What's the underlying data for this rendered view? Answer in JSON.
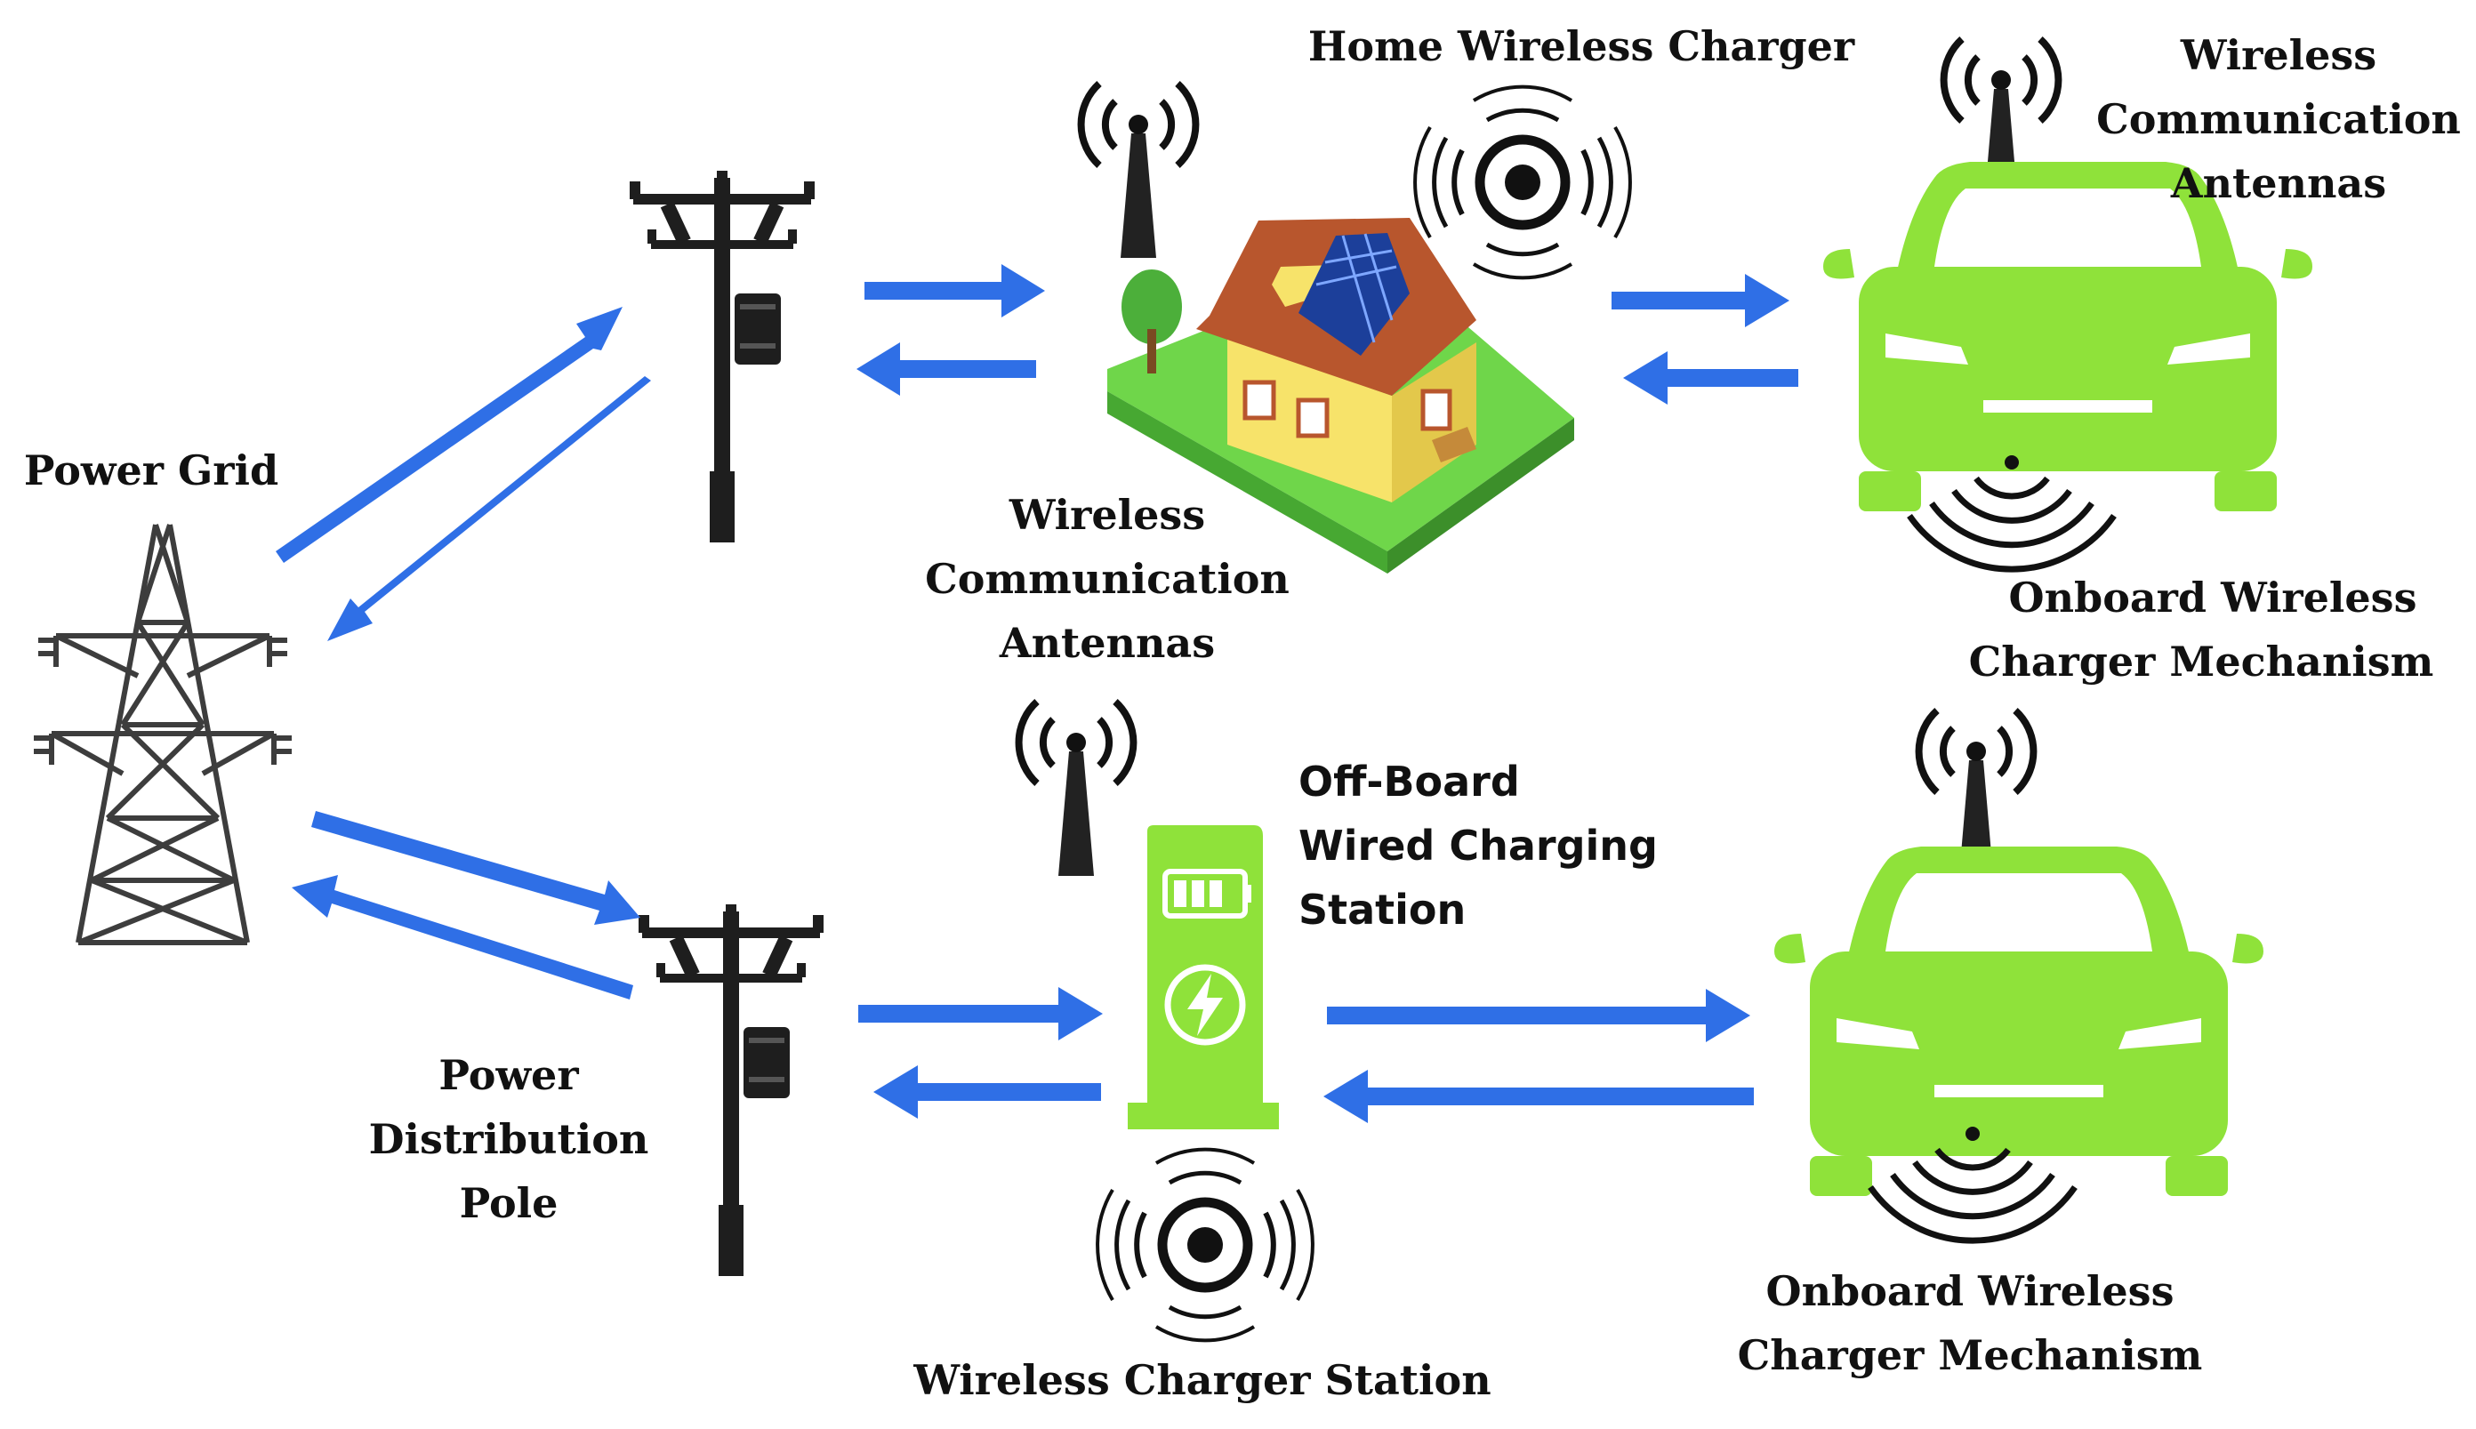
{
  "labels": {
    "power_grid": "Power Grid",
    "home_wireless_charger": "Home Wireless Charger",
    "top_right_antennas": [
      "Wireless",
      "Communication",
      "Antennas"
    ],
    "middle_antennas": [
      "Wireless",
      "Communication",
      "Antennas"
    ],
    "top_onboard_charger": [
      "Onboard Wireless",
      "Charger Mechanism"
    ],
    "off_board_station": [
      "Off-Board",
      "Wired Charging",
      "Station"
    ],
    "distribution_pole": [
      "Power",
      "Distribution",
      "Pole"
    ],
    "wireless_charger_station": "Wireless Charger Station",
    "bottom_onboard_charger": [
      "Onboard Wireless",
      "Charger Mechanism"
    ]
  },
  "colors": {
    "arrow": "#2f6fe6",
    "car": "#8fe23a",
    "station": "#8fe23a",
    "lawn": "#6fd64a",
    "house_wall": "#f7e36a",
    "roof": "#b8562d",
    "solar": "#1c3f9a",
    "structure": "#2b2b2b",
    "tower": "#3a3a3a"
  },
  "icons": [
    "transmission-tower-icon",
    "utility-pole-icon",
    "house-with-solar-panel-icon",
    "wireless-charger-icon",
    "antenna-icon",
    "electric-car-icon",
    "charging-station-icon",
    "wireless-signal-icon"
  ]
}
